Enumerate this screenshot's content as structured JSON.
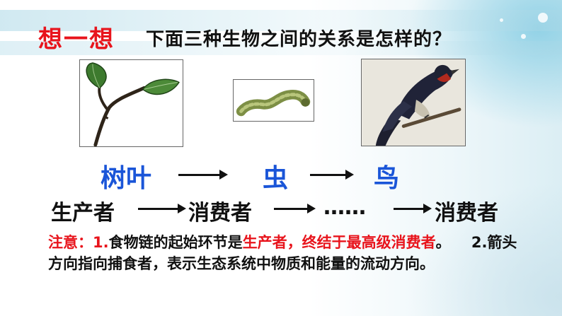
{
  "slide": {
    "title": "想一想",
    "question": "下面三种生物之间的关系是怎样的？"
  },
  "chain_row": {
    "items": [
      "树叶",
      "虫",
      "鸟"
    ],
    "color": "#1a55d8"
  },
  "role_row": {
    "items": [
      "生产者",
      "消费者",
      "……",
      "消费者"
    ]
  },
  "note": {
    "label": "注意：",
    "p1_num": "1.",
    "p1_text_a": "食物链的起始环节是",
    "p1_emph": "生产者，终结于最高级消费者",
    "p1_end": "。",
    "p2_text": "2.箭头方向指向捕食者，表示生态系统中物质和能量的流动方向。"
  },
  "colors": {
    "accent_red": "#e8141c",
    "accent_blue": "#1a55d8",
    "text": "#111111"
  },
  "icons": [
    "leaf-branch-image",
    "caterpillar-image",
    "swallow-bird-image",
    "arrow-right-icon"
  ]
}
